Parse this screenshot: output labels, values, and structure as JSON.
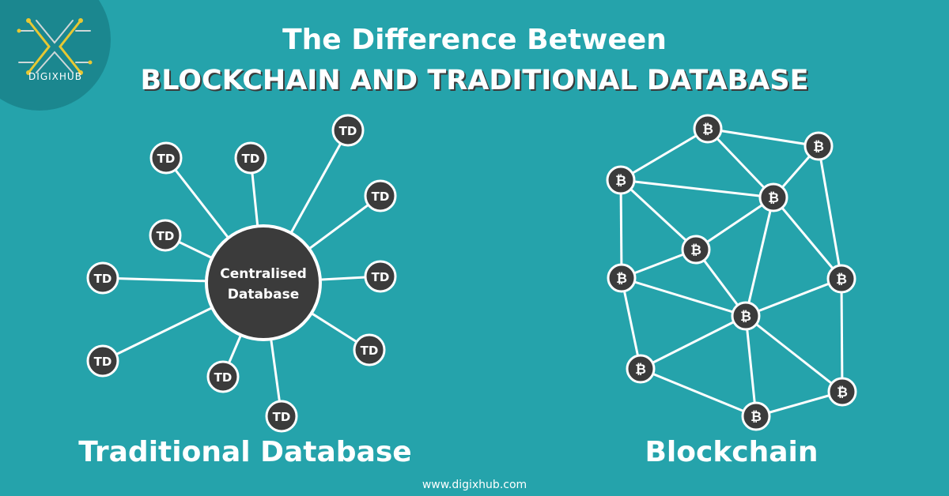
{
  "brand": {
    "name": "DIGIXHUB",
    "website": "www.digixhub.com"
  },
  "title": {
    "line1": "The Difference Between",
    "line2": "BLOCKCHAIN AND TRADITIONAL DATABASE"
  },
  "traditional": {
    "label": "Traditional Database",
    "center_label_lines": [
      "Centralised",
      "Database"
    ],
    "node_label": "TD"
  },
  "blockchain": {
    "label": "Blockchain",
    "node_symbol": "₿"
  },
  "colors": {
    "background": "#25a3ab",
    "node_fill": "#3b3b3b",
    "node_stroke": "#ffffff",
    "text": "#ffffff",
    "logo_bg": "#1b878f",
    "logo_accent": "#e8c832"
  }
}
